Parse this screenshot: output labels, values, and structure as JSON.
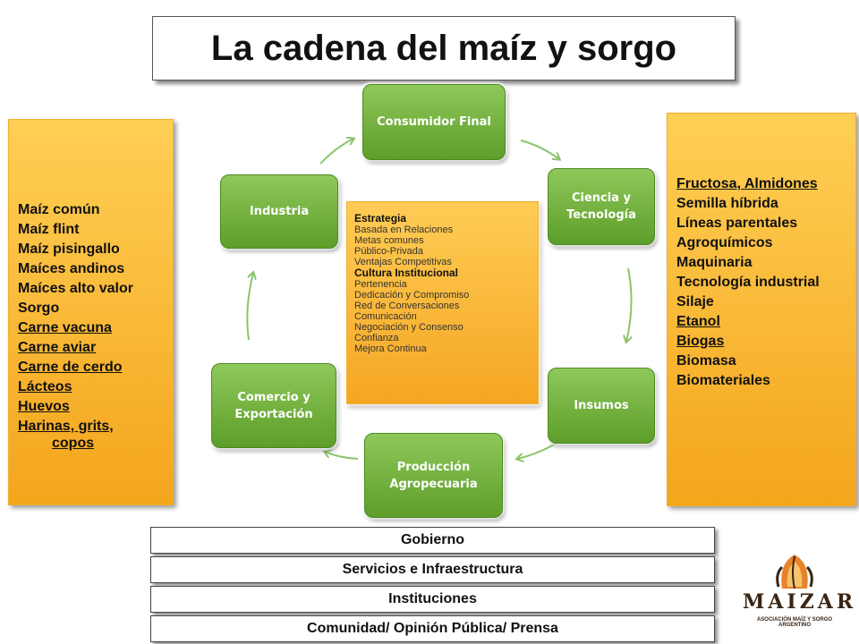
{
  "title": "La cadena del maíz y sorgo",
  "left_list": [
    {
      "text": "Maíz común",
      "underline": false
    },
    {
      "text": "Maíz flint",
      "underline": false
    },
    {
      "text": "Maíz pisingallo",
      "underline": false
    },
    {
      "text": "Maíces andinos",
      "underline": false
    },
    {
      "text": "Maíces alto valor",
      "underline": false
    },
    {
      "text": "Sorgo",
      "underline": false
    },
    {
      "text": "Carne vacuna",
      "underline": true
    },
    {
      "text": "Carne aviar",
      "underline": true
    },
    {
      "text": "Carne de cerdo",
      "underline": true
    },
    {
      "text": "Lácteos",
      "underline": true
    },
    {
      "text": "Huevos",
      "underline": true
    },
    {
      "text": "Harinas, grits,",
      "underline": true
    },
    {
      "text": "copos",
      "underline": true
    }
  ],
  "right_list": [
    {
      "text": "Fructosa, Almidones",
      "underline": true
    },
    {
      "text": "Semilla híbrida",
      "underline": false
    },
    {
      "text": "Líneas parentales",
      "underline": false
    },
    {
      "text": "Agroquímicos",
      "underline": false
    },
    {
      "text": "Maquinaria",
      "underline": false
    },
    {
      "text": "Tecnología industrial",
      "underline": false
    },
    {
      "text": "Silaje",
      "underline": false
    },
    {
      "text": "Etanol",
      "underline": true
    },
    {
      "text": "Biogas",
      "underline": true
    },
    {
      "text": "Biomasa",
      "underline": false
    },
    {
      "text": "Biomateriales",
      "underline": false
    }
  ],
  "cycle": {
    "consumidor": "Consumidor Final",
    "ciencia_1": "Ciencia y",
    "ciencia_2": "Tecnología",
    "insumos": "Insumos",
    "produccion_1": "Producción",
    "produccion_2": "Agropecuaria",
    "comercio_1": "Comercio y",
    "comercio_2": "Exportación",
    "industria": "Industria"
  },
  "center": {
    "heading1": "Estrategia",
    "items1": [
      "Basada en Relaciones",
      "Metas comunes",
      "Público-Privada",
      "Ventajas Competitivas"
    ],
    "heading2": "Cultura Institucional",
    "items2": [
      "Pertenencia",
      "Dedicación y Compromiso",
      "Red de Conversaciones",
      "Comunicación",
      "Negociación y Consenso",
      "Confianza",
      "Mejora Continua"
    ]
  },
  "bars": [
    "Gobierno",
    "Servicios e Infraestructura",
    "Instituciones",
    "Comunidad/ Opinión Pública/ Prensa"
  ],
  "logo": {
    "name": "MAIZAR",
    "subtitle": "ASOCIACIÓN MAÍZ Y SORGO ARGENTINO"
  },
  "colors": {
    "node_green": "#6aaa35",
    "panel_orange": "#f8b62c",
    "arrow_green": "#8cc46a",
    "logo_brown": "#3a2412",
    "logo_orange": "#e8822a"
  }
}
